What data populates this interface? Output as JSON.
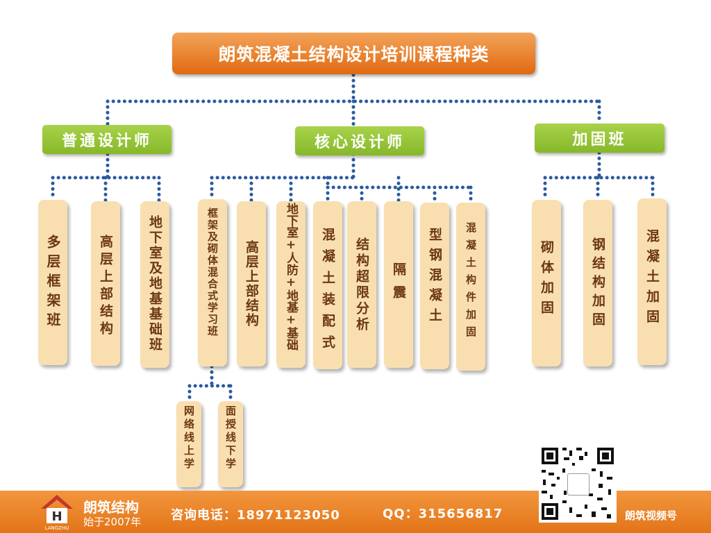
{
  "title": "朗筑混凝土结构设计培训课程种类",
  "categories": {
    "normal": "普通设计师",
    "core": "核心设计师",
    "reinforce": "加固班"
  },
  "courses": {
    "normal_1": "多层框架班",
    "normal_2": "高层上部结构",
    "normal_3": "地下室及地基基础班",
    "core_1": "框架及砌体混合式学习班",
    "core_2": "高层上部结构",
    "core_3": "地下室+人防+地基+基础",
    "core_4": "混凝土装配式",
    "core_5": "结构超限分析",
    "core_6": "隔震",
    "core_7": "型钢混凝土",
    "core_8": "混凝土构件加固",
    "reinforce_1": "砌体加固",
    "reinforce_2": "钢结构加固",
    "reinforce_3": "混凝土加固"
  },
  "study_modes": {
    "online": "网络线上学",
    "offline": "面授线下学"
  },
  "footer": {
    "brand_name": "朗筑结构",
    "since": "始于2007年",
    "logo_text": "LANGZHU",
    "logo_letter": "H",
    "phone": "咨询电话：18971123050",
    "qq": "QQ：315656817",
    "video": "朗筑视频号"
  },
  "colors": {
    "title_box": "#e8771e",
    "category_box": "#95c43a",
    "course_box": "#f9dfb0",
    "course_text": "#6b3811",
    "connector": "#2a5aa0",
    "footer": "#ec8227"
  }
}
